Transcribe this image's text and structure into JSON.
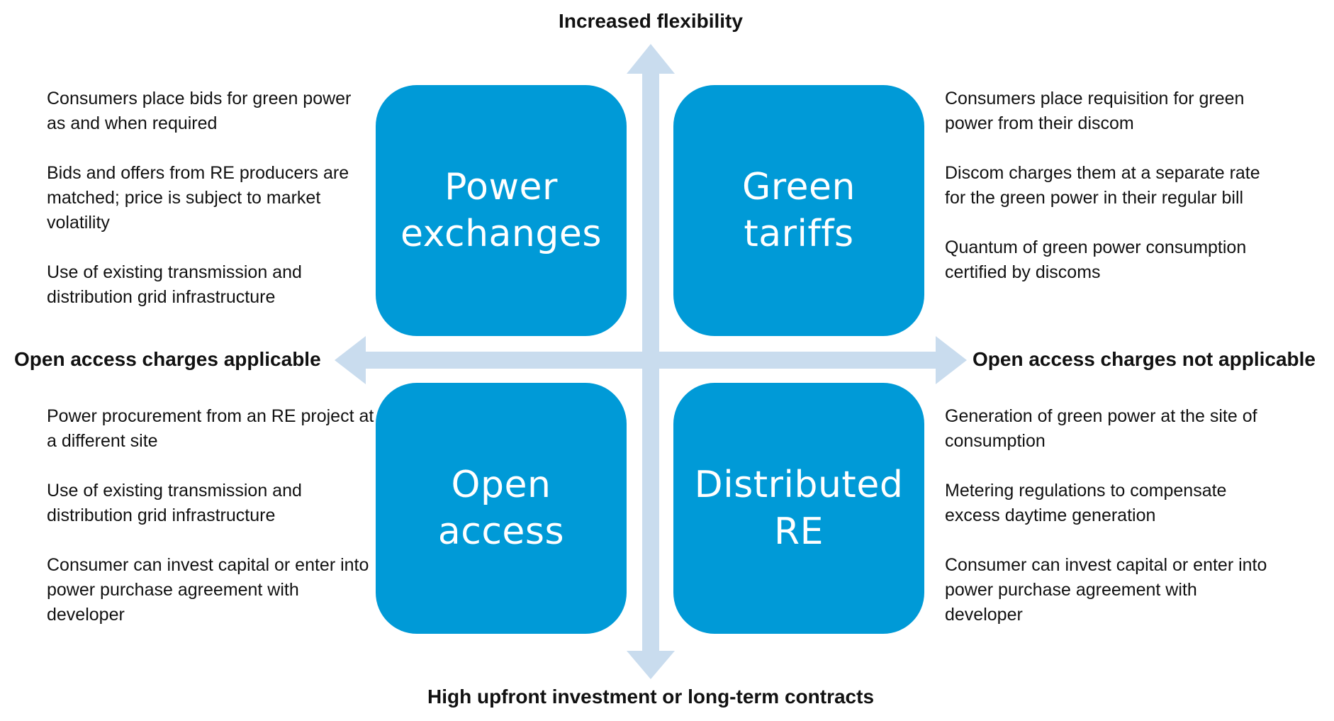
{
  "colors": {
    "box_fill": "#009ad7",
    "arrow_fill": "#c9dcee",
    "text": "#111111"
  },
  "axes": {
    "top": "Increased flexibility",
    "bottom": "High upfront investment or long-term contracts",
    "left": "Open access charges applicable",
    "right": "Open access charges not applicable"
  },
  "quadrants": {
    "top_left": {
      "title_lines": [
        "Power",
        "exchanges"
      ],
      "points": [
        "Consumers place bids for green power as and when required",
        "Bids and offers from RE producers are matched; price is subject to market volatility",
        "Use of existing transmission and distribution grid infrastructure"
      ]
    },
    "top_right": {
      "title_lines": [
        "Green",
        "tariffs"
      ],
      "points": [
        "Consumers place requisition for green power from their discom",
        "Discom charges them at a separate rate for the green power in their regular bill",
        "Quantum of green power consumption certified by discoms"
      ]
    },
    "bottom_left": {
      "title_lines": [
        "Open",
        "access"
      ],
      "points": [
        "Power procurement from an RE project at a different site",
        "Use of existing transmission and distribution grid infrastructure",
        "Consumer can invest capital or enter into power purchase agreement with developer"
      ]
    },
    "bottom_right": {
      "title_lines": [
        "Distributed",
        "RE"
      ],
      "points": [
        "Generation of green power at the site of consumption",
        "Metering regulations to compensate excess daytime generation",
        "Consumer can invest capital or enter into power purchase agreement with developer"
      ]
    }
  }
}
